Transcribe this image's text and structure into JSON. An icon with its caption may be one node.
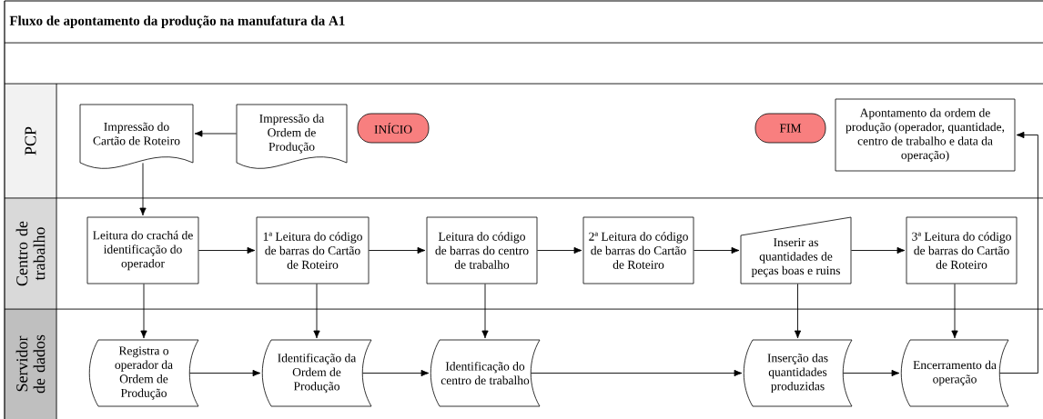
{
  "diagram": {
    "title": "Fluxo de apontamento da produção na manufatura da A1",
    "nodes": [
      {
        "text": [
          "PCP"
        ]
      },
      {
        "text": [
          "Centro de trabalho"
        ]
      },
      {
        "text": [
          "Servidor de dados"
        ]
      },
      {
        "text": [
          "Impressão do Cartão de Roteiro"
        ]
      },
      {
        "text": [
          "Impressão da Ordem de Produção"
        ]
      },
      {
        "text": [
          "INÍCIO"
        ]
      },
      {
        "text": [
          "FIM"
        ]
      },
      {
        "text": [
          "Apontamento da ordem de produção (operador, quantidade, centro de trabalho e data da operação)"
        ]
      },
      {
        "text": [
          "Leitura do crachá de identificação do operador"
        ]
      },
      {
        "text": [
          "1ª Leitura do código de barras do Cartão de Roteiro"
        ]
      },
      {
        "text": [
          "Leitura do código de barras do centro de trabalho"
        ]
      },
      {
        "text": [
          "2ª Leitura do código de barras do Cartão de Roteiro"
        ]
      },
      {
        "text": [
          "Inserir as quantidades de peças boas e ruins"
        ]
      },
      {
        "text": [
          "3ª Leitura do código de barras do Cartão de Roteiro"
        ]
      },
      {
        "text": [
          "Registra o operador da Ordem de Produção"
        ]
      },
      {
        "text": [
          "Identificação da Ordem de Produção"
        ]
      },
      {
        "text": [
          "Identificação do centro de trabalho"
        ]
      },
      {
        "text": [
          "Inserção das quantidades produzidas"
        ]
      },
      {
        "text": [
          "Encerramento da operação"
        ]
      }
    ],
    "edges": [
      {
        "from": 4,
        "to": 3,
        "arrow": "to"
      },
      {
        "from": 3,
        "to": 8,
        "arrow": "to"
      },
      {
        "from": 8,
        "to": 9,
        "arrow": "to"
      },
      {
        "from": 9,
        "to": 10,
        "arrow": "to"
      },
      {
        "from": 10,
        "to": 11,
        "arrow": "to"
      },
      {
        "from": 11,
        "to": 12,
        "arrow": "to"
      },
      {
        "from": 12,
        "to": 13,
        "arrow": "to"
      },
      {
        "from": 8,
        "to": 14,
        "arrow": "to"
      },
      {
        "from": 9,
        "to": 15,
        "arrow": "to"
      },
      {
        "from": 10,
        "to": 16,
        "arrow": "to"
      },
      {
        "from": 12,
        "to": 17,
        "arrow": "to"
      },
      {
        "from": 13,
        "to": 18,
        "arrow": "to"
      },
      {
        "from": 14,
        "to": 15,
        "arrow": "to"
      },
      {
        "from": 15,
        "to": 16,
        "arrow": "to"
      },
      {
        "from": 16,
        "to": 17,
        "arrow": "to"
      },
      {
        "from": 17,
        "to": 18,
        "arrow": "to"
      },
      {
        "from": 18,
        "to": 7,
        "arrow": "to"
      }
    ]
  }
}
